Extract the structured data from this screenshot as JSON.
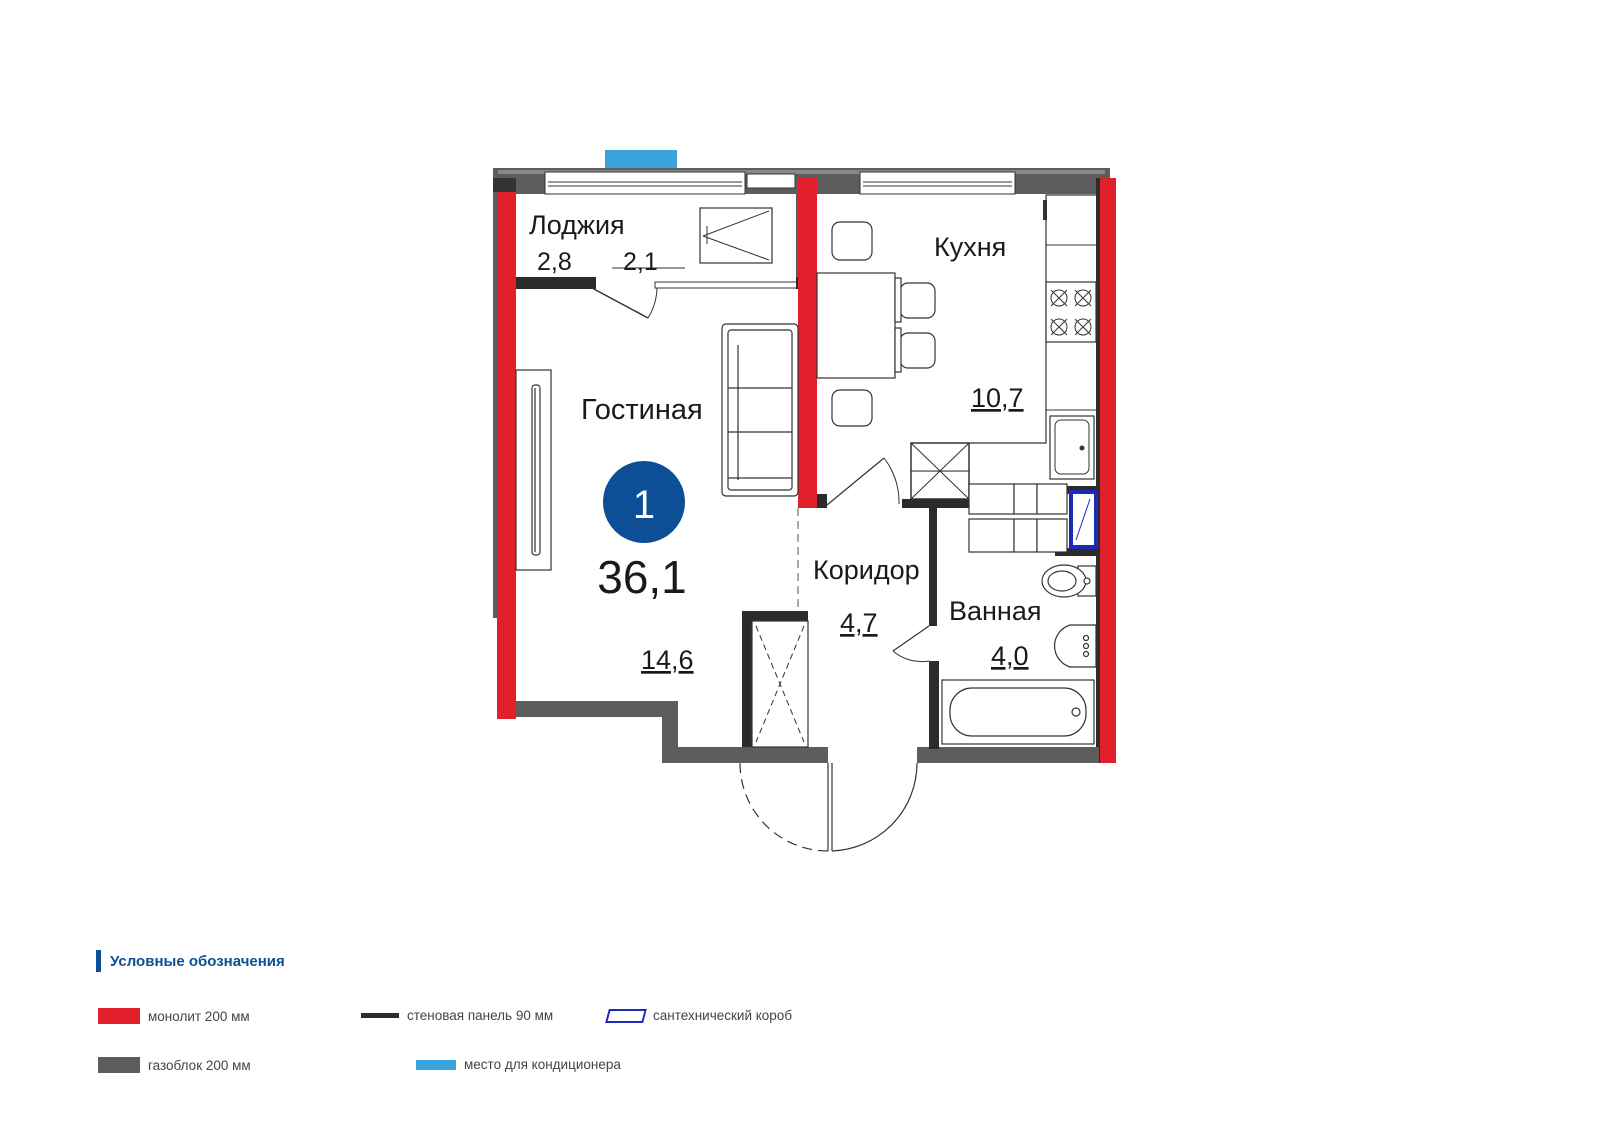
{
  "plan": {
    "apartment_number": "1",
    "total_area": "36,1",
    "rooms": {
      "loggia": {
        "name": "Лоджия",
        "area_a": "2,8",
        "area_b": "2,1"
      },
      "living": {
        "name": "Гостиная",
        "area": "14,6"
      },
      "kitchen": {
        "name": "Кухня",
        "area": "10,7"
      },
      "corridor": {
        "name": "Коридор",
        "area": "4,7"
      },
      "bathroom": {
        "name": "Ванная",
        "area": "4,0"
      }
    }
  },
  "legend": {
    "title": "Условные обозначения",
    "items": [
      {
        "label": "монолит 200 мм",
        "color": "#e2202b"
      },
      {
        "label": "стеновая панель 90 мм",
        "color": "#2b2b2b"
      },
      {
        "label": "сантехнический короб",
        "color": "#1b2bb8"
      },
      {
        "label": "газоблок 200 мм",
        "color": "#5d5d5d"
      },
      {
        "label": "место для кондиционера",
        "color": "#3aa3dc"
      }
    ]
  },
  "colors": {
    "badge": "#0d4f96",
    "monolith": "#e2202b",
    "gasblock": "#5d5d5d",
    "panel": "#2b2b2b",
    "ac": "#3aa3dc",
    "shaft": "#1b2bb8"
  }
}
